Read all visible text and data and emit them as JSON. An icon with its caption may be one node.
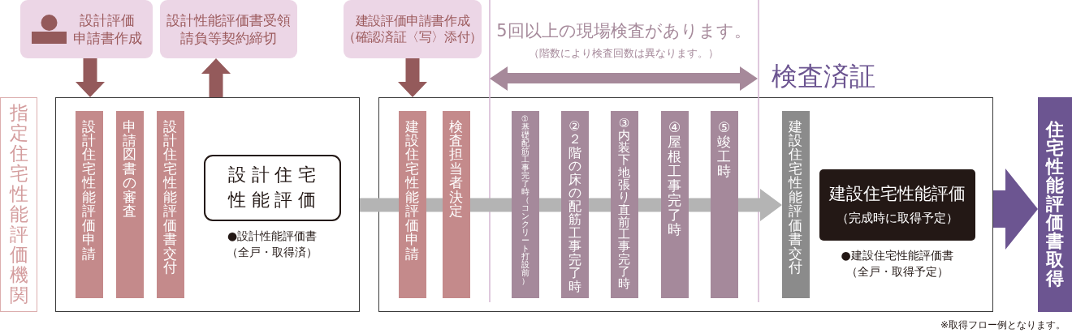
{
  "diagram": {
    "nodes": [
      {
        "text": [
          "設計評価申請書作成"
        ]
      },
      {
        "text": [
          "設計性能評価書受領請負等契約締切"
        ]
      },
      {
        "text": [
          "建設評価申請書作成（確認済証〈写〉添付）"
        ]
      },
      {
        "text": [
          "指定住宅性能評価機関"
        ]
      },
      {
        "text": [],
        "shape": "box"
      },
      {
        "text": [
          "設計住宅性能評価申請"
        ],
        "in": 4
      },
      {
        "text": [
          "申請図書の審査"
        ],
        "in": 4
      },
      {
        "text": [
          "設計住宅性能評価書交付"
        ],
        "in": 4
      },
      {
        "text": [
          "設計住宅性能評価"
        ],
        "beside": [
          "●設計性能評価書（全戸・取得済）"
        ],
        "in": 4
      },
      {
        "text": [],
        "shape": "box"
      },
      {
        "text": [
          "建設住宅性能評価申請"
        ],
        "in": 9
      },
      {
        "text": [
          "検査担当者決定"
        ],
        "in": 9
      },
      {
        "text": [
          "①基礎配筋工事完了時（コンクリート打設前）"
        ],
        "in": 9
      },
      {
        "text": [
          "②２階の床の配筋工事完了時"
        ],
        "in": 9
      },
      {
        "text": [
          "③内装下地張り直前工事完了時"
        ],
        "in": 9
      },
      {
        "text": [
          "④屋根工事完了時"
        ],
        "in": 9
      },
      {
        "text": [
          "⑤竣工時"
        ],
        "in": 9
      },
      {
        "text": [
          "建設住宅性能評価書交付"
        ],
        "in": 9
      },
      {
        "text": [
          "建設住宅性能評価",
          "（完成時に取得予定）"
        ],
        "beside": [
          "●建設住宅性能評価書（全戸・取得予定）"
        ],
        "in": 9
      },
      {
        "text": [
          "住宅性能評価書取得"
        ]
      }
    ],
    "edges": [
      {
        "from": 0,
        "to": 4,
        "arrow": "to",
        "color": "#945a5b"
      },
      {
        "from": 4,
        "to": 1,
        "arrow": "to",
        "color": "#945a5b"
      },
      {
        "from": 2,
        "to": 9,
        "arrow": "to",
        "color": "#945a5b"
      },
      {
        "from": 4,
        "to": 10,
        "arrow": "none",
        "color": "#b4b4b4"
      },
      {
        "from": 10,
        "to": 11,
        "arrow": "none",
        "color": "#b4b4b4"
      },
      {
        "from": 11,
        "to": 12,
        "arrow": "none",
        "color": "#b4b4b4"
      },
      {
        "from": 12,
        "to": 13,
        "arrow": "none",
        "color": "#b4b4b4"
      },
      {
        "from": 13,
        "to": 14,
        "arrow": "none",
        "color": "#b4b4b4"
      },
      {
        "from": 14,
        "to": 15,
        "arrow": "none",
        "color": "#b4b4b4"
      },
      {
        "from": 15,
        "to": 16,
        "arrow": "none",
        "color": "#b4b4b4"
      },
      {
        "from": 16,
        "to": 17,
        "arrow": "to",
        "color": "#b4b4b4"
      },
      {
        "from": 9,
        "to": 19,
        "arrow": "to",
        "color": "#6c5591"
      }
    ],
    "labels": [
      "5回以上の現場検査があります。",
      "（階数により検査回数は異なります。）",
      "検査済証",
      "※取得フロー例となります。"
    ]
  }
}
